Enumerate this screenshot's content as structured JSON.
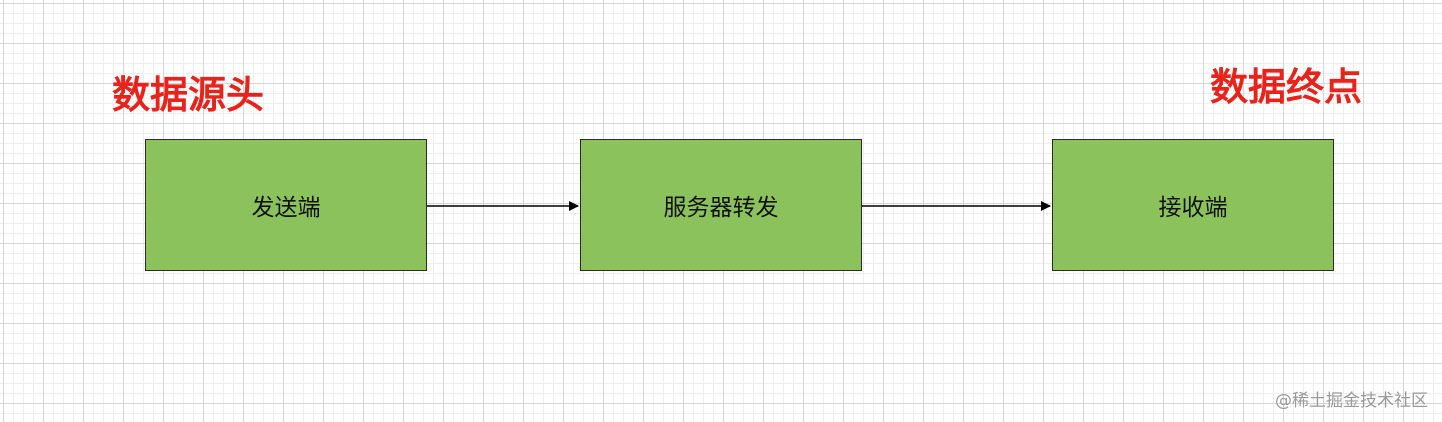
{
  "labels": {
    "source": "数据源头",
    "sink": "数据终点"
  },
  "nodes": {
    "sender": "发送端",
    "server": "服务器转发",
    "receiver": "接收端"
  },
  "edges": [
    {
      "from": "发送端",
      "to": "服务器转发"
    },
    {
      "from": "服务器转发",
      "to": "接收端"
    }
  ],
  "watermark": "@稀土掘金技术社区",
  "colors": {
    "node_fill": "#8cc25c",
    "node_border": "#2b2b2b",
    "label_red": "#e8231b",
    "edge": "#000000"
  }
}
